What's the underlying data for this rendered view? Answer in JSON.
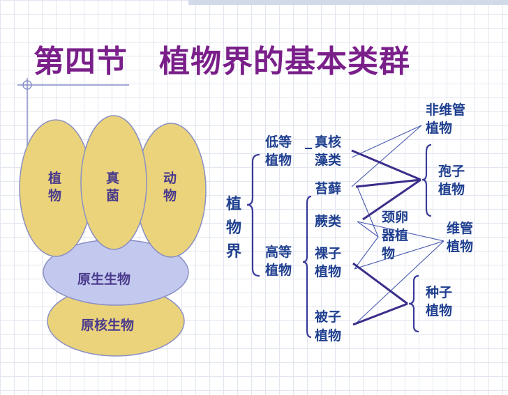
{
  "title": "第四节　植物界的基本类群",
  "venn": {
    "plant": [
      "植",
      "物"
    ],
    "fungi": [
      "真",
      "菌"
    ],
    "animal": [
      "动",
      "物"
    ],
    "protist": "原生生物",
    "prokaryote": "原核生物"
  },
  "tree": {
    "root": [
      "植",
      "物",
      "界"
    ],
    "lower": [
      "低等",
      "植物"
    ],
    "higher": [
      "高等",
      "植物"
    ],
    "algae": [
      "真核",
      "藻类"
    ],
    "moss": "苔藓",
    "fern": "蕨类",
    "gymno": [
      "裸子",
      "植物"
    ],
    "angio": [
      "被子",
      "植物"
    ],
    "archegonia": [
      "颈卵",
      "器植",
      "物"
    ],
    "nonvascular": [
      "非维管",
      "植物"
    ],
    "spore": [
      "孢子",
      "植物"
    ],
    "vascular": [
      "维管",
      "植物"
    ],
    "seed": [
      "种子",
      "植物"
    ]
  },
  "colors": {
    "title": "#7a1f8a",
    "ellipse_fill": "#ead37a",
    "protist_fill": "#c3c8ee",
    "label": "#1f3f8f"
  }
}
